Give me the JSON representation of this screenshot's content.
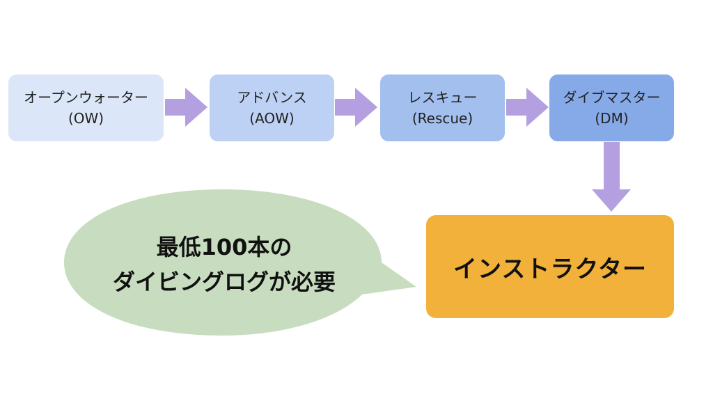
{
  "colors": {
    "ow_box": "#dbe7f8",
    "aow_box": "#bcd1f3",
    "rescue_box": "#a2bfee",
    "dm_box": "#86a9e8",
    "arrow": "#b4a0e0",
    "instructor_box": "#f2b13b",
    "bubble": "#c8ddbf"
  },
  "steps": [
    {
      "name": "オープンウォーター",
      "abbr": "(OW)"
    },
    {
      "name": "アドバンス",
      "abbr": "(AOW)"
    },
    {
      "name": "レスキュー",
      "abbr": "(Rescue)"
    },
    {
      "name": "ダイブマスター",
      "abbr": "(DM)"
    }
  ],
  "goal": {
    "label": "インストラクター"
  },
  "bubble": {
    "line1": "最低100本の",
    "line2": "ダイビングログが必要"
  }
}
